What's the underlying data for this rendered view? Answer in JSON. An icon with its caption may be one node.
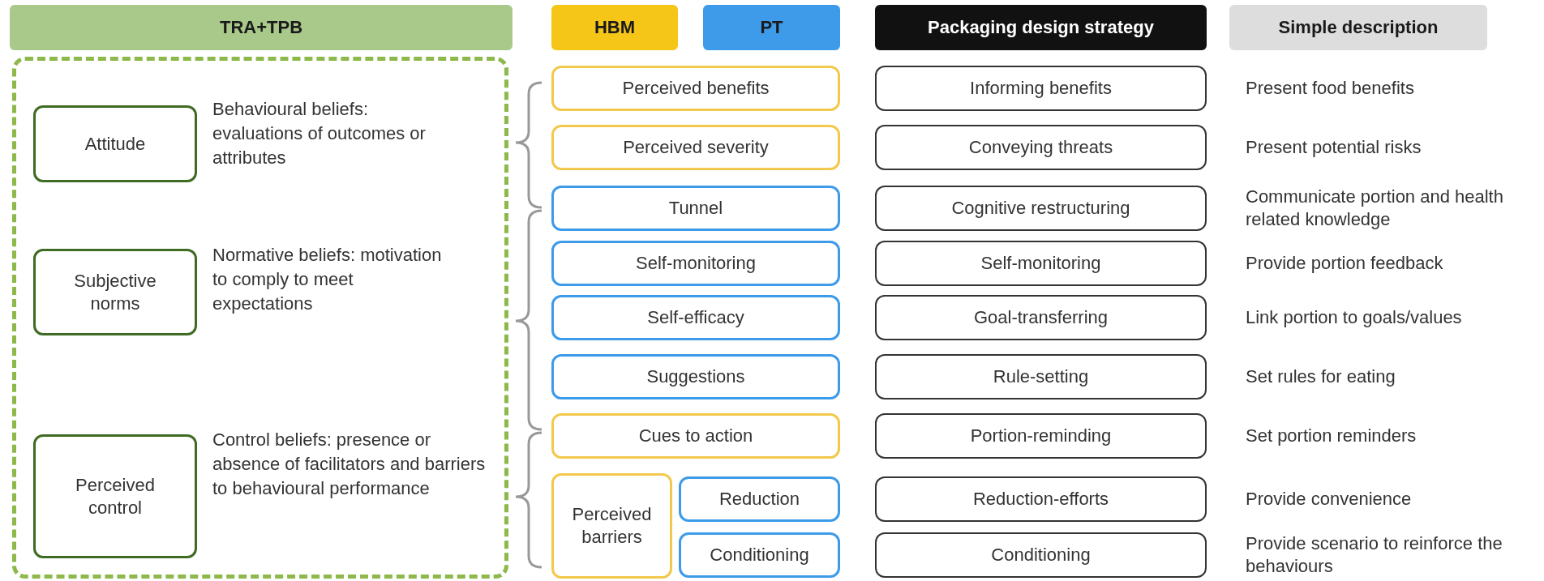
{
  "diagram": {
    "nodes": [
      {
        "text": [
          "TRA+TPB"
        ]
      },
      {
        "text": [
          "HBM"
        ]
      },
      {
        "text": [
          "PT"
        ]
      },
      {
        "text": [
          "Packaging design strategy"
        ]
      },
      {
        "text": [
          "Simple description"
        ]
      },
      {
        "text": [],
        "shape": "box"
      },
      {
        "text": [
          "Attitude"
        ],
        "in": 5,
        "beside": [
          "Behavioural beliefs: evaluations of outcomes or attributes"
        ]
      },
      {
        "text": [
          "Subjective norms"
        ],
        "in": 5,
        "beside": [
          "Normative beliefs: motivation to comply to meet expectations"
        ]
      },
      {
        "text": [
          "Perceived control"
        ],
        "in": 5,
        "beside": [
          "Control beliefs: presence or absence of facilitators and barriers to behavioural performance"
        ]
      },
      {
        "text": [
          "Perceived benefits"
        ]
      },
      {
        "text": [
          "Perceived severity"
        ]
      },
      {
        "text": [
          "Tunnel"
        ]
      },
      {
        "text": [
          "Self-monitoring"
        ]
      },
      {
        "text": [
          "Self-efficacy"
        ]
      },
      {
        "text": [
          "Suggestions"
        ]
      },
      {
        "text": [
          "Cues to action"
        ]
      },
      {
        "text": [
          "Perceived barriers"
        ]
      },
      {
        "text": [
          "Reduction"
        ]
      },
      {
        "text": [
          "Conditioning"
        ]
      },
      {
        "text": [
          "Informing benefits"
        ]
      },
      {
        "text": [
          "Conveying threats"
        ]
      },
      {
        "text": [
          "Cognitive restructuring"
        ]
      },
      {
        "text": [
          "Self-monitoring"
        ]
      },
      {
        "text": [
          "Goal-transferring"
        ]
      },
      {
        "text": [
          "Rule-setting"
        ]
      },
      {
        "text": [
          "Portion-reminding"
        ]
      },
      {
        "text": [
          "Reduction-efforts"
        ]
      },
      {
        "text": [
          "Conditioning"
        ]
      }
    ],
    "edges": [],
    "labels": [
      "Present food benefits",
      "Present potential risks",
      "Communicate portion and health related knowledge",
      "Provide portion feedback",
      "Link portion to goals/values",
      "Set rules for eating",
      "Set portion reminders",
      "Provide convenience",
      "Provide scenario to reinforce the behaviours"
    ]
  }
}
